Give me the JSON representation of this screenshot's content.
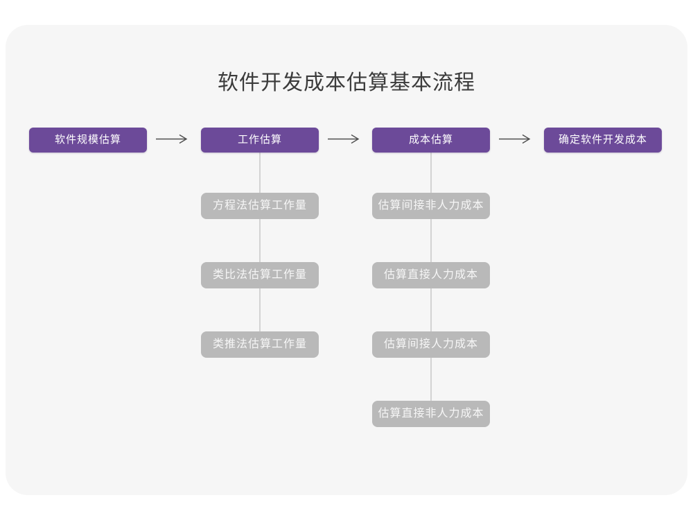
{
  "page": {
    "title": "软件开发成本估算基本流程"
  },
  "colors": {
    "accent_purple": "#6c4a99",
    "muted_gray_box": "#b9b9b9",
    "card_background": "#f6f6f6",
    "arrow_stroke": "#4d4d4d",
    "connector_line": "#d3d3d3",
    "title_text": "#3b3b3b"
  },
  "flow": {
    "stages": [
      {
        "label": "软件规模估算"
      },
      {
        "label": "工作估算"
      },
      {
        "label": "成本估算"
      },
      {
        "label": "确定软件开发成本"
      }
    ],
    "work_methods": [
      {
        "label": "方程法估算工作量"
      },
      {
        "label": "类比法估算工作量"
      },
      {
        "label": "类推法估算工作量"
      }
    ],
    "cost_items": [
      {
        "label": "估算间接非人力成本"
      },
      {
        "label": "估算直接人力成本"
      },
      {
        "label": "估算间接人力成本"
      },
      {
        "label": "估算直接非人力成本"
      }
    ]
  }
}
